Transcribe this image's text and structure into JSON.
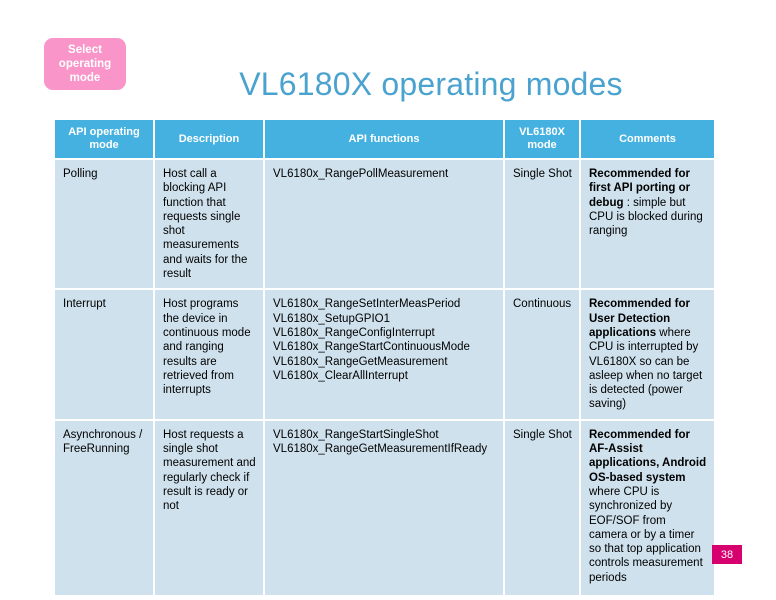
{
  "callout": {
    "line1": "Select",
    "line2": "operating",
    "line3": "mode",
    "color": "#F995C8"
  },
  "title": "VL6180X operating modes",
  "theme": {
    "title_color": "#4AA3CE",
    "header_bg": "#45B1E0",
    "cell_bg": "#CFE1ED",
    "badge_bg": "#D6006E"
  },
  "table": {
    "headers": [
      "API operating mode",
      "Description",
      "API functions",
      "VL6180X mode",
      "Comments"
    ],
    "rows": [
      {
        "mode": "Polling",
        "description": "Host call a blocking API function that requests single shot measurements and waits for the result",
        "functions": [
          "VL6180x_RangePollMeasurement"
        ],
        "vl_mode": "Single Shot",
        "comment_bold": "Recommended for first API porting or debug",
        "comment_rest": " : simple but CPU is blocked during ranging"
      },
      {
        "mode": "Interrupt",
        "description": "Host programs the device in continuous mode and ranging results are retrieved from interrupts",
        "functions": [
          "VL6180x_RangeSetInterMeasPeriod",
          "VL6180x_SetupGPIO1",
          "VL6180x_RangeConfigInterrupt",
          "VL6180x_RangeStartContinuousMode",
          "VL6180x_RangeGetMeasurement",
          "VL6180x_ClearAllInterrupt"
        ],
        "vl_mode": "Continuous",
        "comment_bold": "Recommended for User Detection applications",
        "comment_rest": " where CPU is interrupted by VL6180X so can be asleep when no target is detected (power saving)"
      },
      {
        "mode": "Asynchronous / FreeRunning",
        "description": "Host requests a single shot measurement and regularly check if result is ready or not",
        "functions": [
          "VL6180x_RangeStartSingleShot",
          "VL6180x_RangeGetMeasurementIfReady"
        ],
        "vl_mode": "Single Shot",
        "comment_bold": "Recommended for AF-Assist applications, Android OS-based system",
        "comment_rest": " where CPU is synchronized by EOF/SOF from camera or by a timer so that top application controls measurement periods"
      }
    ]
  },
  "page_number": "38"
}
